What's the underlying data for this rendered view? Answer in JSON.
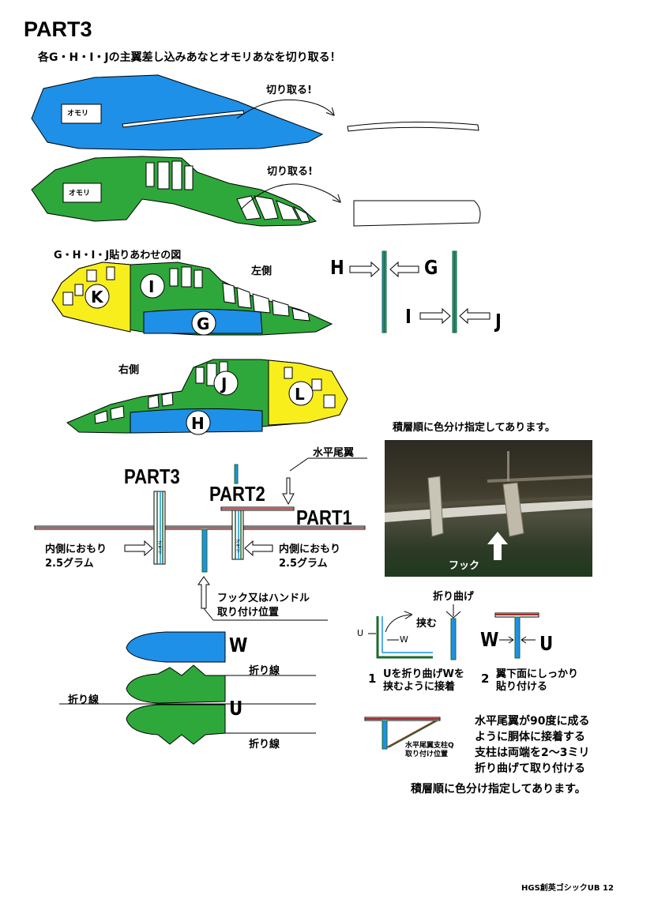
{
  "title": "PART3",
  "instruction": "各G・H・I・Jの主翼差し込みあなとオモリあなを切り取る！",
  "cutout": {
    "label": "切り取る!",
    "weight_tag": "オモリ"
  },
  "assembly": {
    "caption": "G・H・I・J貼りあわせの図",
    "left_side": "左側",
    "right_side": "右側",
    "letters": {
      "G": "G",
      "H": "H",
      "I": "I",
      "J": "J",
      "K": "K",
      "L": "L"
    }
  },
  "color_note": "積層順に色分け指定してあります。",
  "photo": {
    "hook_label": "フック"
  },
  "side_view": {
    "part1": "PART1",
    "part2": "PART2",
    "part3": "PART3",
    "stabilizer": "水平尾翼",
    "weight_left": "内側におもり",
    "weight_left_amount": "2.5グラム",
    "weight_right": "内側におもり",
    "weight_right_amount": "2.5グラム",
    "weight_small": "オモリ",
    "hook_position_1": "フック又はハンドル",
    "hook_position_2": "取り付け位置"
  },
  "tail": {
    "w": "W",
    "u": "U",
    "fold_line_top": "折り線",
    "fold_line_left": "折り線",
    "fold_line_bottom": "折り線"
  },
  "steps": {
    "fold": "折り曲げ",
    "clamp": "挟む",
    "u_label": "U",
    "w_label": "W",
    "step1_num": "1",
    "step1_line1": "Uを折り曲げWを",
    "step1_line2": "挟むように接着",
    "step2_num": "2",
    "step2_line1": "翼下面にしっかり",
    "step2_line2": "貼り付ける",
    "step2_w": "W",
    "step2_u": "U"
  },
  "strut": {
    "label_line1": "水平尾翼支柱Q",
    "label_line2": "取り付け位置",
    "note_line1": "水平尾翼が90度に成る",
    "note_line2": "ように胴体に接着する",
    "note_line3": "支柱は両端を2〜3ミリ",
    "note_line4": "折り曲げて取り付ける"
  },
  "footer": "HGS創英ゴシックUB 12",
  "colors": {
    "blue": "#1e90e8",
    "green": "#2ea83a",
    "yellow": "#f8ee1c",
    "dark_green": "#1b6b2a",
    "red_line": "#a52a2a"
  }
}
